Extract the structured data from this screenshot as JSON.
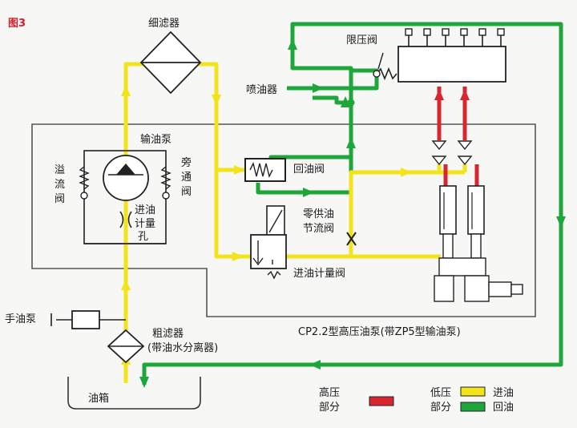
{
  "figure_label": "图3",
  "labels": {
    "fine_filter": "细滤器",
    "pressure_limit_valve": "限压阀",
    "injector": "喷油器",
    "feed_pump": "输油泵",
    "overflow_valve": [
      "溢",
      "流",
      "阀"
    ],
    "bypass_valve": [
      "旁",
      "通",
      "阀"
    ],
    "inlet_orifice": [
      "进油",
      "计量",
      "孔"
    ],
    "return_valve": "回油阀",
    "zero_feed_throttle": [
      "零供油",
      "节流阀"
    ],
    "metering_valve": "进油计量阀",
    "hand_pump": "手油泵",
    "coarse_filter": [
      "粗滤器",
      "(带油水分离器)"
    ],
    "tank": "油箱",
    "pump_caption": "CP2.2型高压油泵(带ZP5型输油泵)"
  },
  "legend": {
    "high_pressure": [
      "高压",
      "部分"
    ],
    "low_pressure": [
      "低压",
      "部分"
    ],
    "inlet": "进油",
    "return": "回油"
  },
  "colors": {
    "high": "#d7262e",
    "inlet": "#f3e31a",
    "return": "#1fa63a",
    "outline": "#222222",
    "box": "#555555"
  }
}
